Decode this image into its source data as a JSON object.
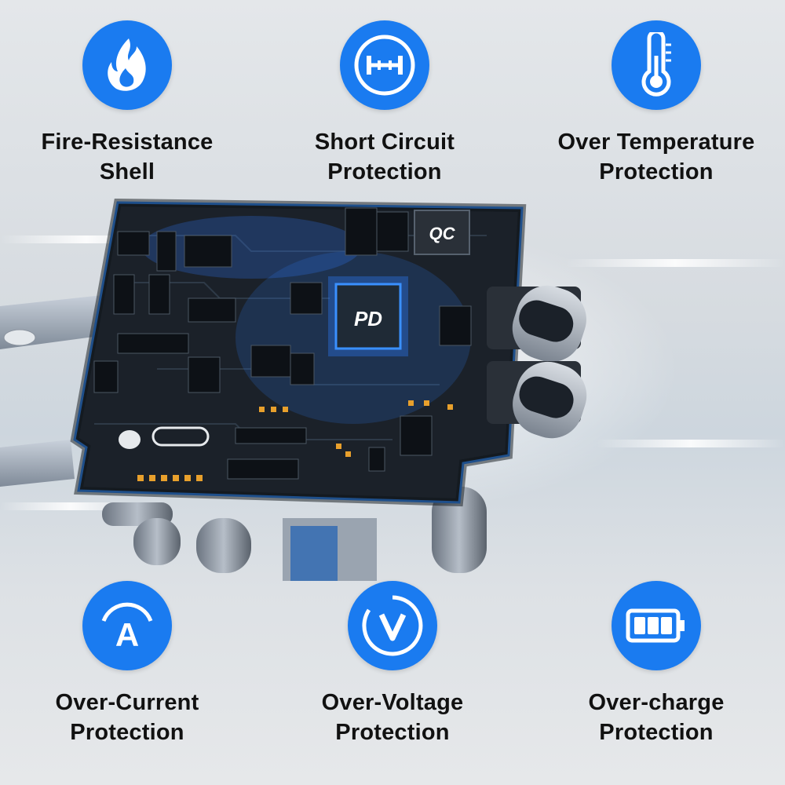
{
  "features": [
    {
      "id": "f1",
      "label": "Fire-Resistance\nShell",
      "icon": "flame-icon"
    },
    {
      "id": "f2",
      "label": "Short Circuit\nProtection",
      "icon": "short-circuit-icon"
    },
    {
      "id": "f3",
      "label": "Over Temperature\nProtection",
      "icon": "thermometer-icon"
    },
    {
      "id": "f4",
      "label": "Over-Current\nProtection",
      "icon": "ammeter-icon"
    },
    {
      "id": "f5",
      "label": "Over-Voltage\nProtection",
      "icon": "voltmeter-icon"
    },
    {
      "id": "f6",
      "label": "Over-charge\nProtection",
      "icon": "battery-icon"
    }
  ],
  "chips": {
    "pd": "PD",
    "qc": "QC"
  },
  "colors": {
    "accent": "#1a7bf0",
    "board": "#1b2129"
  }
}
